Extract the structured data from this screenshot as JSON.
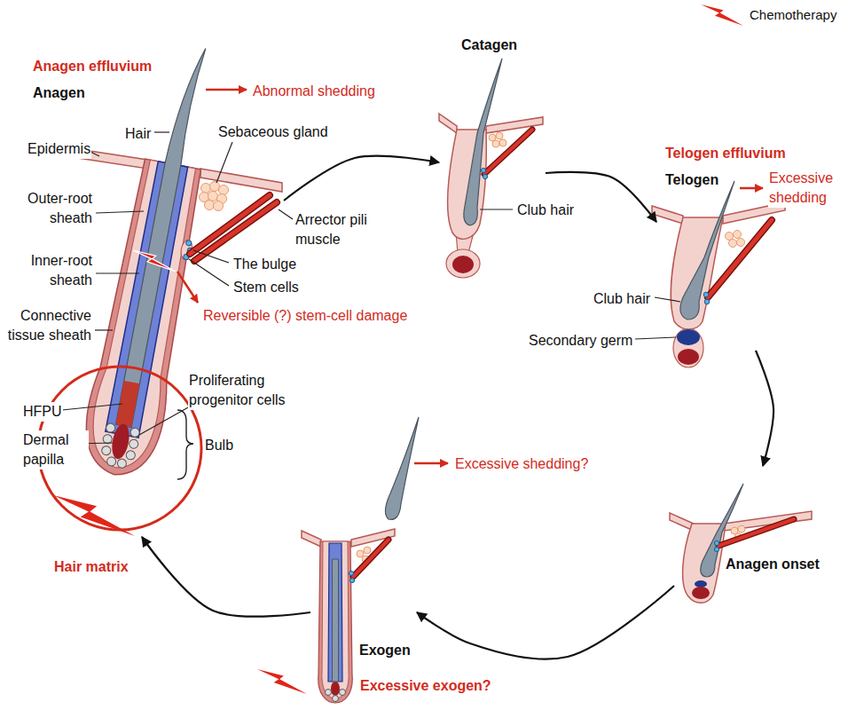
{
  "diagram": {
    "nodes": [
      {
        "text": [
          "Anagen effluvium",
          "Anagen"
        ]
      },
      {
        "text": [
          "Catagen"
        ]
      },
      {
        "text": [
          "Telogen effluvium",
          "Telogen"
        ]
      },
      {
        "text": [
          "Anagen onset"
        ]
      },
      {
        "text": [
          "Exogen"
        ]
      }
    ],
    "edges": [
      {
        "from": 0,
        "to": 1,
        "arrow": "to"
      },
      {
        "from": 1,
        "to": 2,
        "arrow": "to"
      },
      {
        "from": 2,
        "to": 3,
        "arrow": "to"
      },
      {
        "from": 3,
        "to": 4,
        "arrow": "to"
      },
      {
        "from": 4,
        "to": 0,
        "arrow": "to"
      }
    ],
    "labels": [
      "Hair",
      "Sebaceous gland",
      "Epidermis",
      "Outer-root sheath",
      "Arrector pili muscle",
      "Inner-root sheath",
      "The bulge",
      "Stem cells",
      "Reversible (?) stem-cell damage",
      "Connective tissue sheath",
      "HFPU",
      "Proliferating progenitor cells",
      "Dermal papilla",
      "Bulb",
      "Hair matrix",
      "Abnormal shedding",
      "Club hair",
      "Excessive shedding",
      "Club hair",
      "Secondary germ",
      "Excessive shedding?",
      "Excessive exogen?"
    ],
    "legend": [
      {
        "text": "Chemotherapy"
      }
    ]
  }
}
